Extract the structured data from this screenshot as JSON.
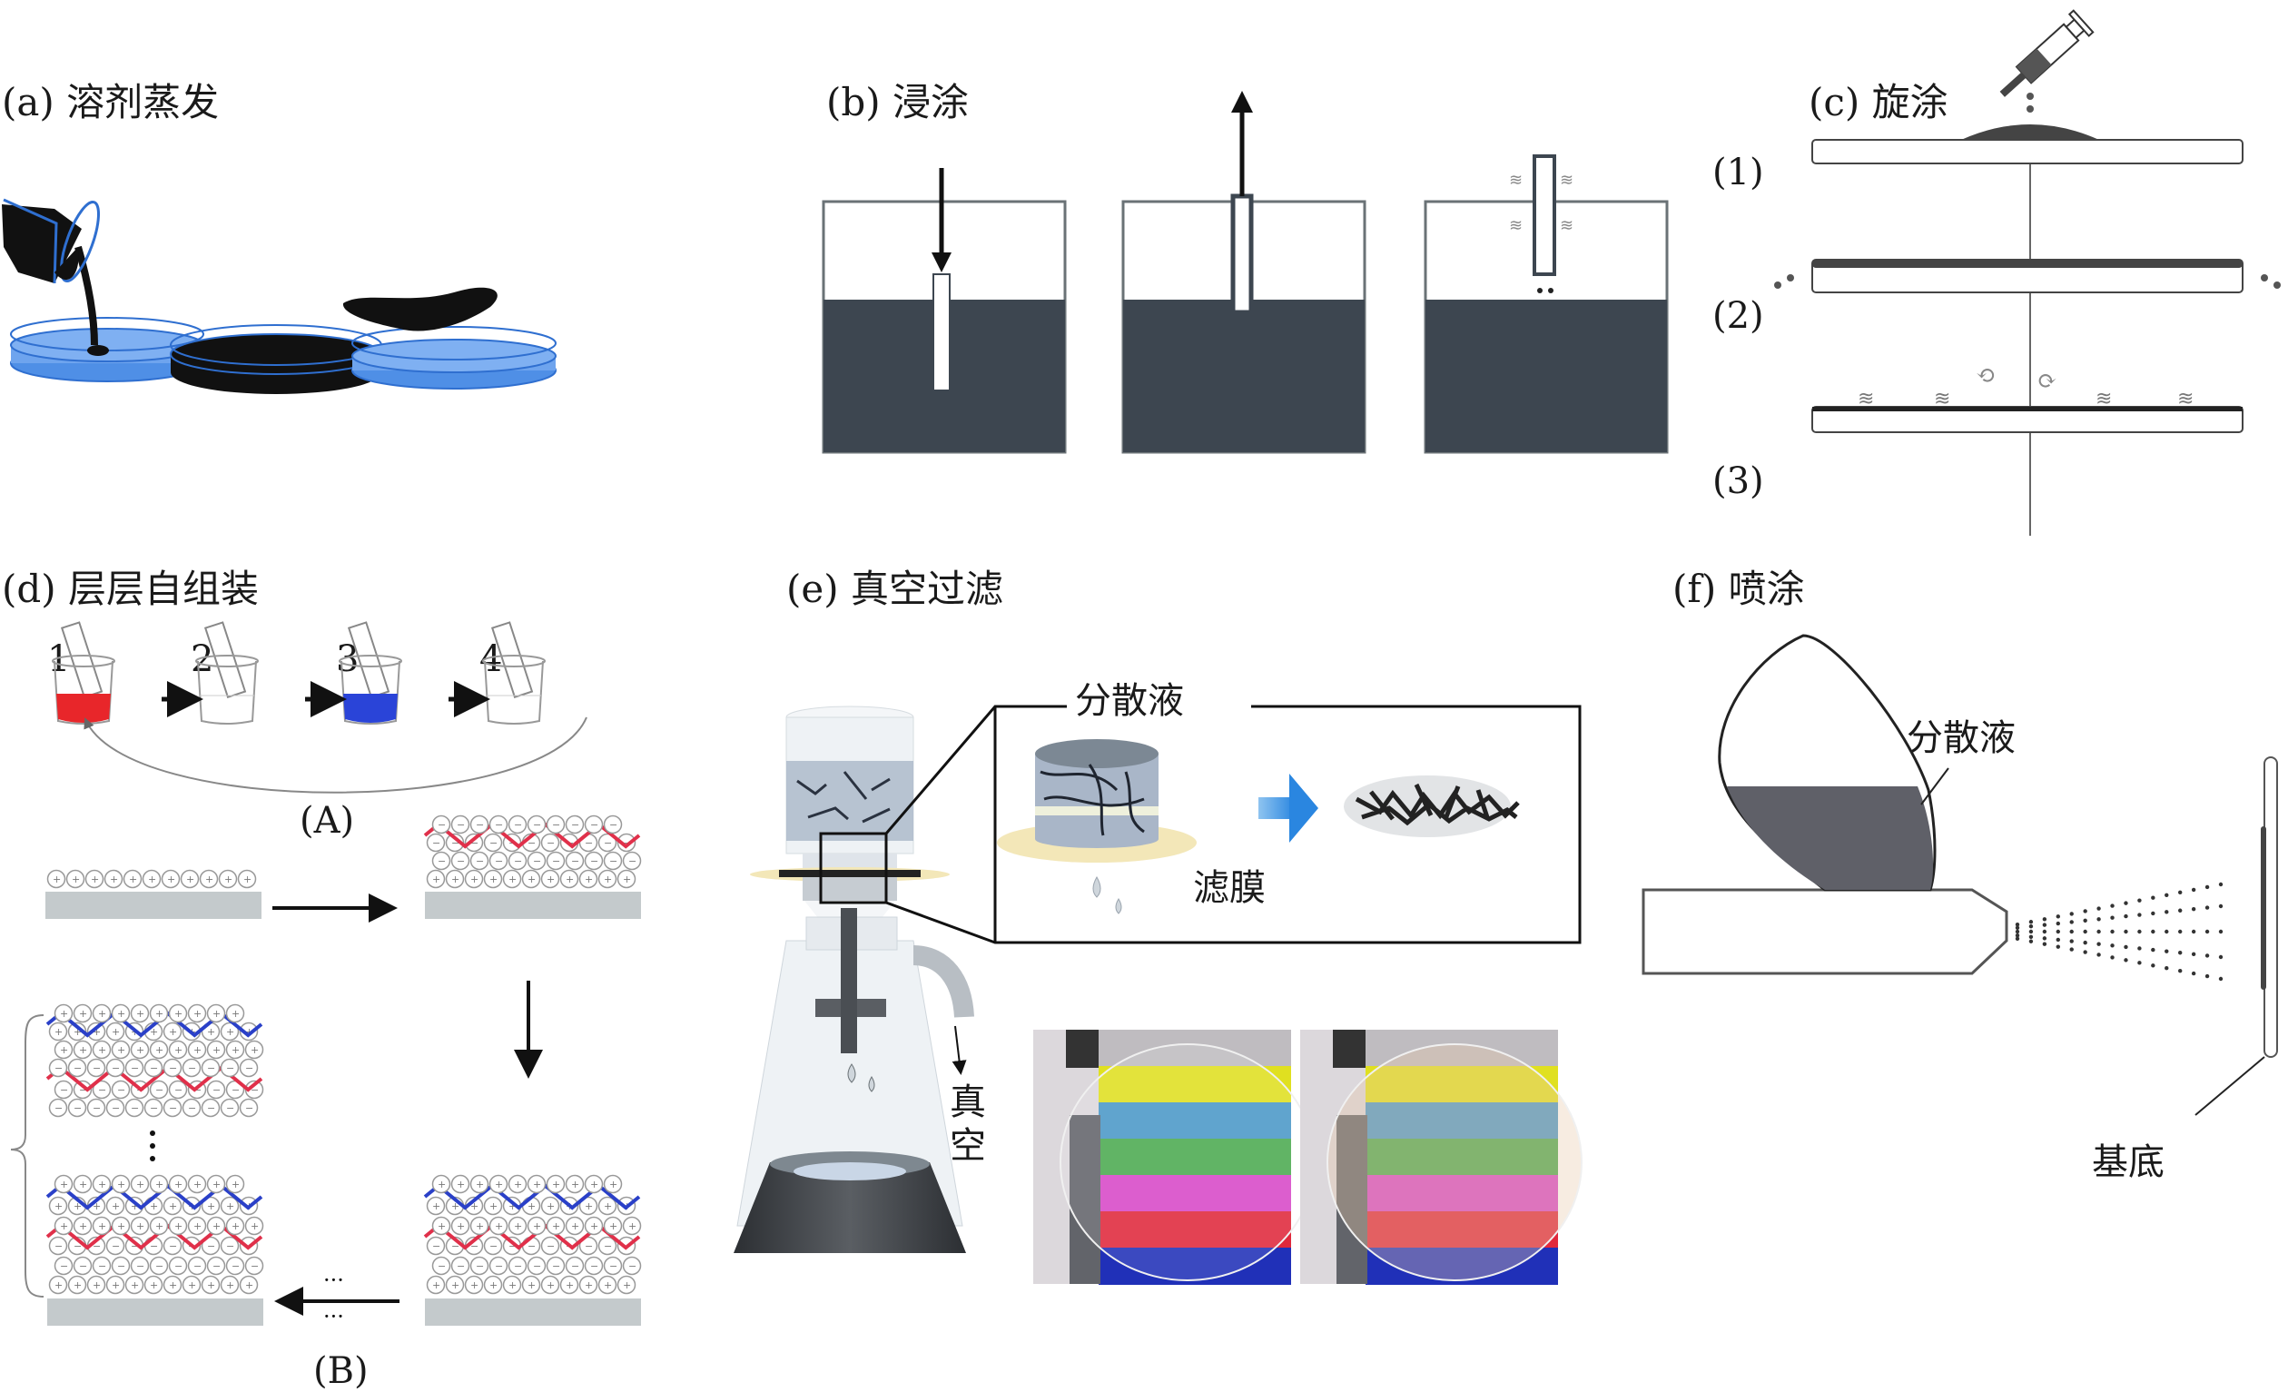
{
  "figure": {
    "panels": {
      "a": {
        "label": "(a) 溶剂蒸发",
        "steps": [
          "pour-solution",
          "dried-film-in-dish",
          "peeled-film"
        ]
      },
      "b": {
        "label": "(b) 浸涂",
        "steps": [
          "immerse",
          "withdraw",
          "dry"
        ]
      },
      "c": {
        "label": "(c) 旋涂",
        "steps": [
          "(1)",
          "(2)",
          "(3)"
        ]
      },
      "d": {
        "label": "(d) 层层自组装",
        "beaker_numbers": [
          "1",
          "2",
          "3",
          "4"
        ],
        "beaker_colors": [
          "#e8262a",
          "#ffffff",
          "#2a44d8",
          "#ffffff"
        ],
        "sub_a": "(A)",
        "sub_b": "(B)",
        "ellipsis_vertical": "⋮",
        "ellipsis_horizontal": "···"
      },
      "e": {
        "label": "(e) 真空过滤",
        "dispersion": "分散液",
        "membrane": "滤膜",
        "vacuum": "真空",
        "photo_bands": [
          "#bfbcc0",
          "#e0e020",
          "#4a98c8",
          "#4caa50",
          "#d848c8",
          "#e0283c",
          "#2030b8"
        ]
      },
      "f": {
        "label": "(f) 喷涂",
        "dispersion": "分散液",
        "substrate": "基底"
      }
    },
    "colors": {
      "dish_blue": "#4f8fe6",
      "liquid_dark": "#3d4650",
      "film_black": "#111111",
      "arrow_blue": "#3b8ee0",
      "red_chain": "#e0304a",
      "blue_chain": "#2a40c8",
      "substrate_gray": "#c4cacc"
    }
  }
}
